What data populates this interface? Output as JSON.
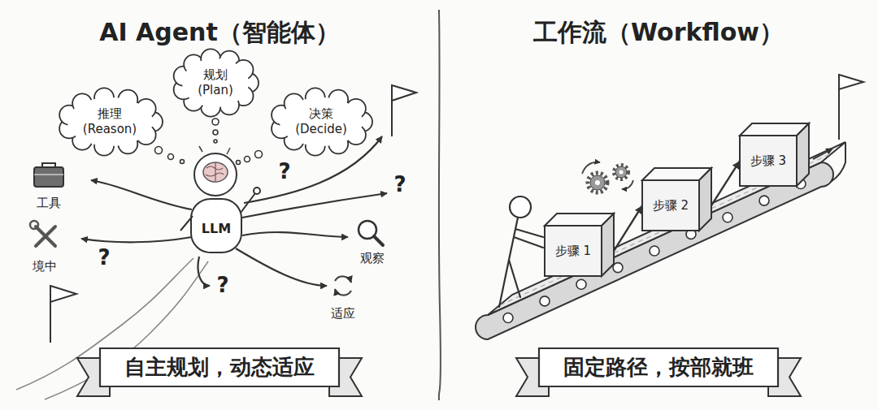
{
  "diagram": {
    "nodes": [
      {
        "text": [
          "推理 (Reason)"
        ]
      },
      {
        "text": [
          "规划 (Plan)"
        ]
      },
      {
        "text": [
          "决策 (Decide)"
        ]
      },
      {
        "text": [
          "自主规划，动态适应"
        ]
      },
      {
        "text": [
          "步骤 1"
        ]
      },
      {
        "text": [
          "步骤 2"
        ]
      },
      {
        "text": [
          "步骤 3"
        ]
      },
      {
        "text": [
          "固定路径，按部就班"
        ]
      }
    ],
    "edges": [
      {
        "from": 4,
        "to": 5,
        "arrow": "to"
      },
      {
        "from": 5,
        "to": 6,
        "arrow": "to"
      }
    ],
    "labels": [
      "AI Agent（智能体）",
      "工作流（Workflow）",
      "LLM",
      "工具",
      "境中",
      "?",
      "?",
      "观察",
      "?",
      "?",
      "适应"
    ]
  }
}
